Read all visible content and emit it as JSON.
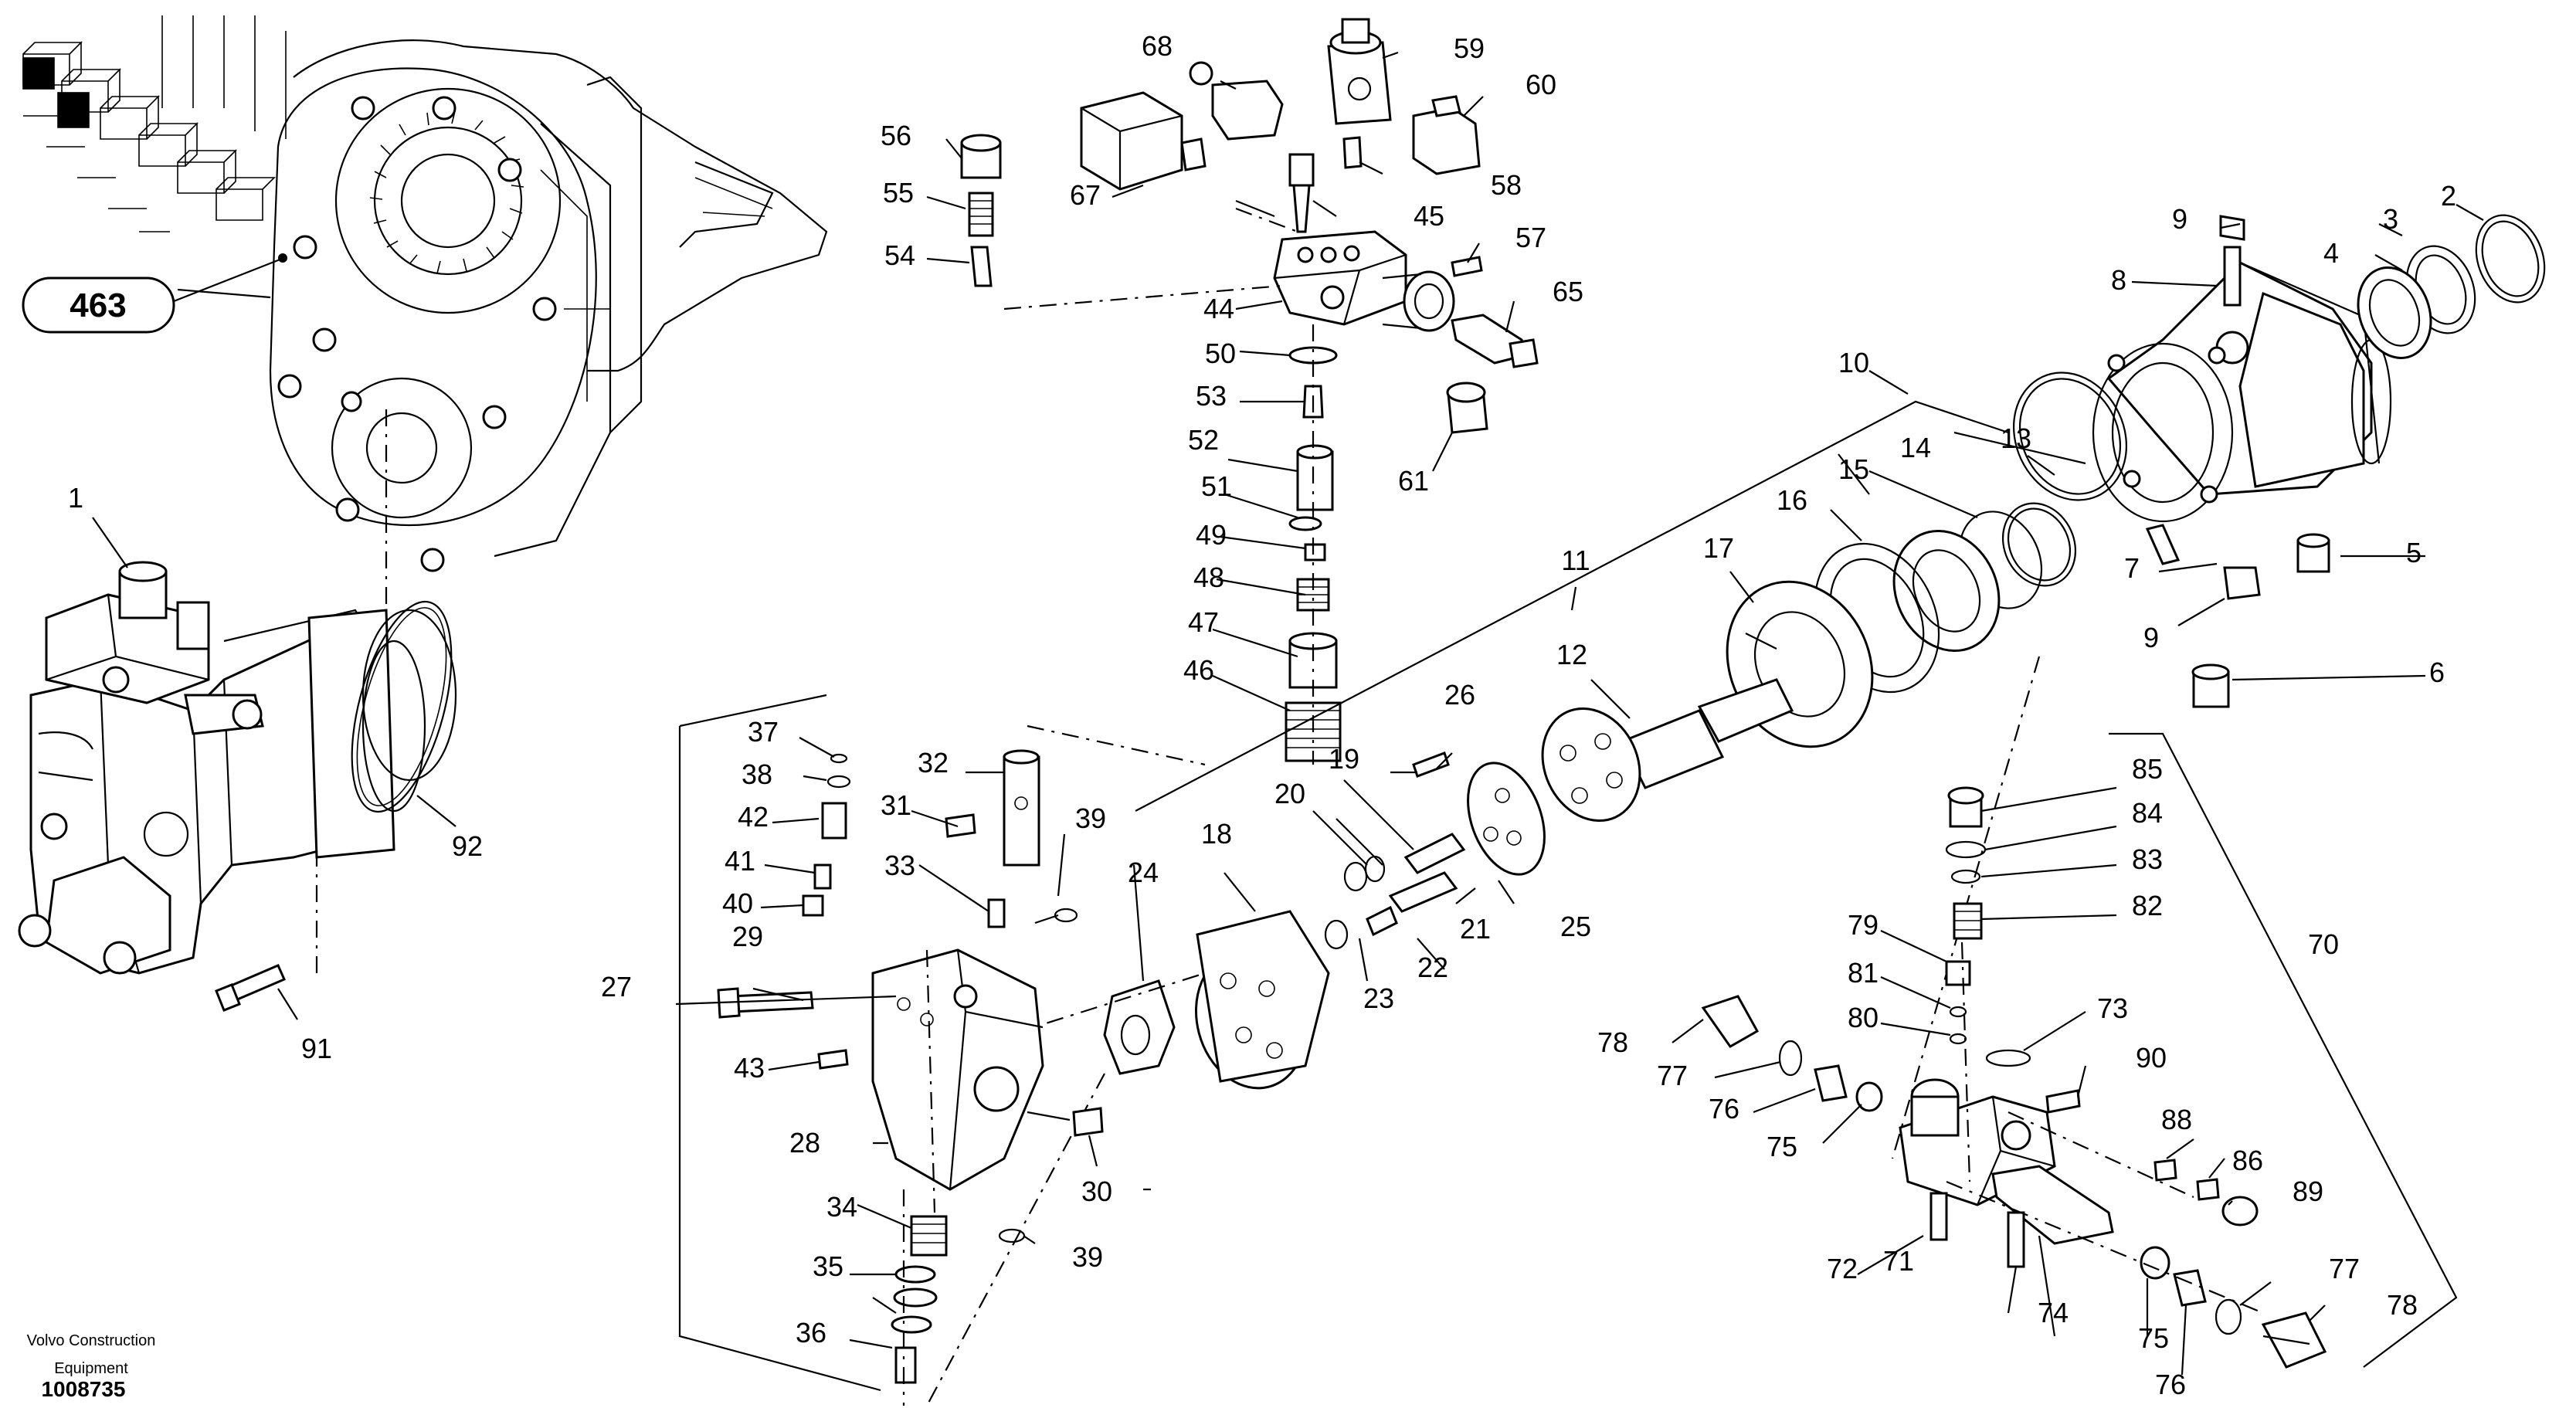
{
  "labels": [
    {
      "id": "1",
      "text": "1"
    },
    {
      "id": "2",
      "text": "2"
    },
    {
      "id": "3",
      "text": "3"
    },
    {
      "id": "4",
      "text": "4"
    },
    {
      "id": "5",
      "text": "5"
    },
    {
      "id": "6",
      "text": "6"
    },
    {
      "id": "7",
      "text": "7"
    },
    {
      "id": "8",
      "text": "8"
    },
    {
      "id": "9a",
      "text": "9"
    },
    {
      "id": "9b",
      "text": "9"
    },
    {
      "id": "10",
      "text": "10"
    },
    {
      "id": "11",
      "text": "11"
    },
    {
      "id": "12",
      "text": "12"
    },
    {
      "id": "13",
      "text": "13"
    },
    {
      "id": "14",
      "text": "14"
    },
    {
      "id": "15",
      "text": "15"
    },
    {
      "id": "16",
      "text": "16"
    },
    {
      "id": "17",
      "text": "17"
    },
    {
      "id": "18",
      "text": "18"
    },
    {
      "id": "19",
      "text": "19"
    },
    {
      "id": "20",
      "text": "20"
    },
    {
      "id": "21",
      "text": "21"
    },
    {
      "id": "22",
      "text": "22"
    },
    {
      "id": "23",
      "text": "23"
    },
    {
      "id": "24",
      "text": "24"
    },
    {
      "id": "25",
      "text": "25"
    },
    {
      "id": "26",
      "text": "26"
    },
    {
      "id": "27",
      "text": "27"
    },
    {
      "id": "28",
      "text": "28"
    },
    {
      "id": "29",
      "text": "29"
    },
    {
      "id": "30",
      "text": "30"
    },
    {
      "id": "31",
      "text": "31"
    },
    {
      "id": "32",
      "text": "32"
    },
    {
      "id": "33",
      "text": "33"
    },
    {
      "id": "34",
      "text": "34"
    },
    {
      "id": "35",
      "text": "35"
    },
    {
      "id": "36",
      "text": "36"
    },
    {
      "id": "37",
      "text": "37"
    },
    {
      "id": "38",
      "text": "38"
    },
    {
      "id": "39a",
      "text": "39"
    },
    {
      "id": "39b",
      "text": "39"
    },
    {
      "id": "40",
      "text": "40"
    },
    {
      "id": "41",
      "text": "41"
    },
    {
      "id": "42",
      "text": "42"
    },
    {
      "id": "43",
      "text": "43"
    },
    {
      "id": "44",
      "text": "44"
    },
    {
      "id": "45",
      "text": "45"
    },
    {
      "id": "46",
      "text": "46"
    },
    {
      "id": "47",
      "text": "47"
    },
    {
      "id": "48",
      "text": "48"
    },
    {
      "id": "49",
      "text": "49"
    },
    {
      "id": "50",
      "text": "50"
    },
    {
      "id": "51",
      "text": "51"
    },
    {
      "id": "52",
      "text": "52"
    },
    {
      "id": "53",
      "text": "53"
    },
    {
      "id": "54",
      "text": "54"
    },
    {
      "id": "55",
      "text": "55"
    },
    {
      "id": "56",
      "text": "56"
    },
    {
      "id": "57",
      "text": "57"
    },
    {
      "id": "58",
      "text": "58"
    },
    {
      "id": "59",
      "text": "59"
    },
    {
      "id": "60",
      "text": "60"
    },
    {
      "id": "61",
      "text": "61"
    },
    {
      "id": "65",
      "text": "65"
    },
    {
      "id": "67",
      "text": "67"
    },
    {
      "id": "68",
      "text": "68"
    },
    {
      "id": "70",
      "text": "70"
    },
    {
      "id": "71",
      "text": "71"
    },
    {
      "id": "72",
      "text": "72"
    },
    {
      "id": "73",
      "text": "73"
    },
    {
      "id": "74",
      "text": "74"
    },
    {
      "id": "75a",
      "text": "75"
    },
    {
      "id": "75b",
      "text": "75"
    },
    {
      "id": "76a",
      "text": "76"
    },
    {
      "id": "76b",
      "text": "76"
    },
    {
      "id": "77a",
      "text": "77"
    },
    {
      "id": "77b",
      "text": "77"
    },
    {
      "id": "78a",
      "text": "78"
    },
    {
      "id": "78b",
      "text": "78"
    },
    {
      "id": "79",
      "text": "79"
    },
    {
      "id": "80",
      "text": "80"
    },
    {
      "id": "81",
      "text": "81"
    },
    {
      "id": "82",
      "text": "82"
    },
    {
      "id": "83",
      "text": "83"
    },
    {
      "id": "84",
      "text": "84"
    },
    {
      "id": "85",
      "text": "85"
    },
    {
      "id": "86",
      "text": "86"
    },
    {
      "id": "88",
      "text": "88"
    },
    {
      "id": "89",
      "text": "89"
    },
    {
      "id": "90",
      "text": "90"
    },
    {
      "id": "91",
      "text": "91"
    },
    {
      "id": "92",
      "text": "92"
    }
  ],
  "reference_callout": "463",
  "publisher_line1": "Volvo Construction",
  "publisher_line2": "Equipment",
  "drawing_number": "1008735"
}
